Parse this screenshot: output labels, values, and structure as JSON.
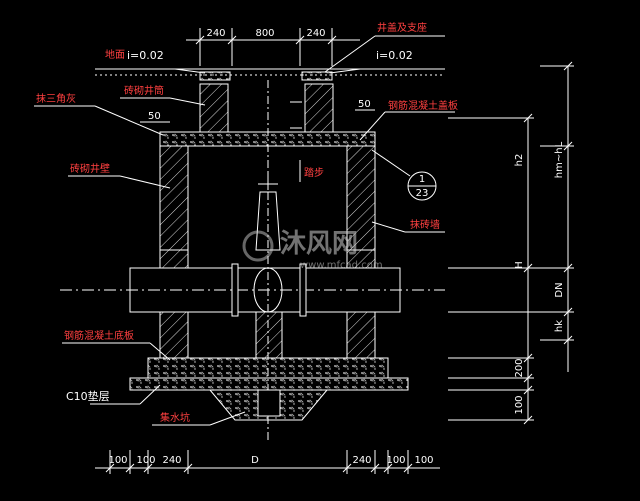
{
  "top_dims": [
    "240",
    "800",
    "240"
  ],
  "cover_label": "井盖及支座",
  "ground_label": "地面",
  "slope_left": "i=0.02",
  "slope_right": "i=0.02",
  "labels": {
    "brick_cone": "砖砌井筒",
    "mortar": "抹三角灰",
    "wall_dim_50_left": "50",
    "wall_dim_50_right": "50",
    "cover_slab": "钢筋混凝土盖板",
    "brick_wall": "砖砌井壁",
    "steps": "踏步",
    "detail_top": "1",
    "detail_bottom": "23",
    "plaster": "抹砖墙",
    "bottom_slab": "钢筋混凝土底板",
    "base": "C10垫层",
    "sump": "集水坑"
  },
  "right_dims": [
    "h2",
    "hm~hL",
    "H",
    "DN",
    "hk",
    "200",
    "100"
  ],
  "bottom_dims": [
    "100",
    "100",
    "240",
    "D",
    "240",
    "100",
    "100"
  ],
  "watermark": {
    "brand": "沐风网",
    "url": "www.mfcad.com"
  }
}
